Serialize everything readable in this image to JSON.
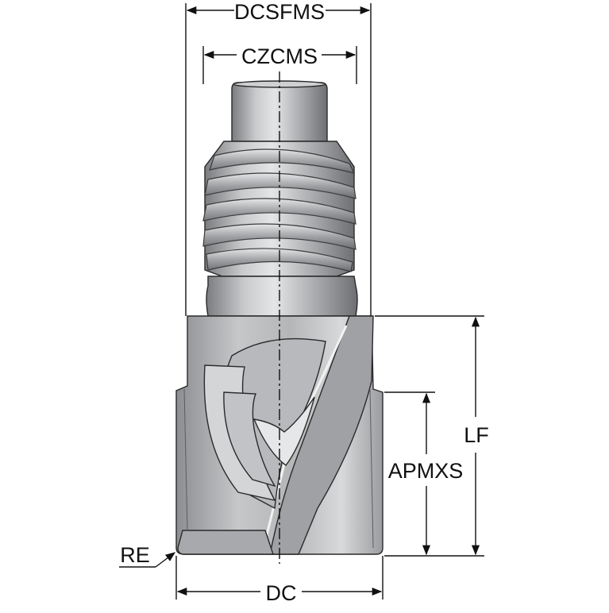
{
  "diagram": {
    "labels": {
      "dcsfms": "DCSFMS",
      "czcms": "CZCMS",
      "lf": "LF",
      "apmxs": "APMXS",
      "re": "RE",
      "dc": "DC"
    },
    "colors": {
      "line": "#111111",
      "metal_light": "#d9dadc",
      "metal_mid": "#a9abae",
      "metal_dark": "#6e7073",
      "outline": "#2a2a2a"
    }
  }
}
